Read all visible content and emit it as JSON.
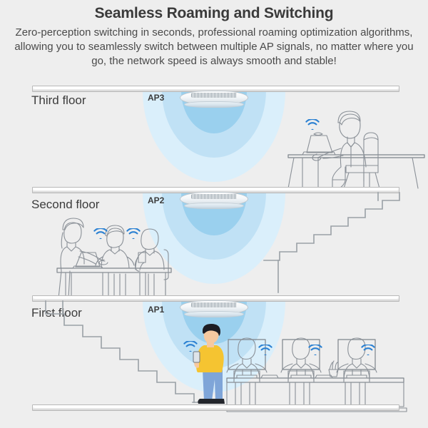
{
  "header": {
    "title": "Seamless Roaming and Switching",
    "subtitle": "Zero-perception switching in seconds, professional roaming optimization algorithms, allowing you to seamlessly switch between multiple AP signals, no matter where you go, the network speed is always smooth and stable!"
  },
  "colors": {
    "background": "#eeeeee",
    "title_text": "#3a3a3a",
    "body_text": "#4a4a4a",
    "wifi_blue": "#2a80d2",
    "wave_inner": "#9ad0ee",
    "wave_mid": "#c0e1f5",
    "wave_outer": "#daeffb",
    "line_art": "#8a9097",
    "stair_line": "#9aa0a6",
    "shirt_yellow": "#f5c431",
    "pants_blue": "#7fa5d8"
  },
  "floors": [
    {
      "id": "third",
      "label": "Third floor",
      "ap_label": "AP3",
      "ap_name": "ceiling-access-point",
      "scene": "man-at-desk-with-laptop",
      "wifi_icon_count": 1
    },
    {
      "id": "second",
      "label": "Second floor",
      "ap_label": "AP2",
      "ap_name": "ceiling-access-point",
      "scene": "three-people-at-table-with-staircase",
      "wifi_icon_count": 2
    },
    {
      "id": "first",
      "label": "First floor",
      "ap_label": "AP1",
      "ap_name": "ceiling-access-point",
      "scene": "man-with-phone-staircase-and-three-people-at-monitors",
      "wifi_icon_count": 4
    }
  ],
  "icons": {
    "wifi": "wifi-signal-icon",
    "access_point": "access-point-icon",
    "signal_wave": "signal-wave-icon"
  }
}
